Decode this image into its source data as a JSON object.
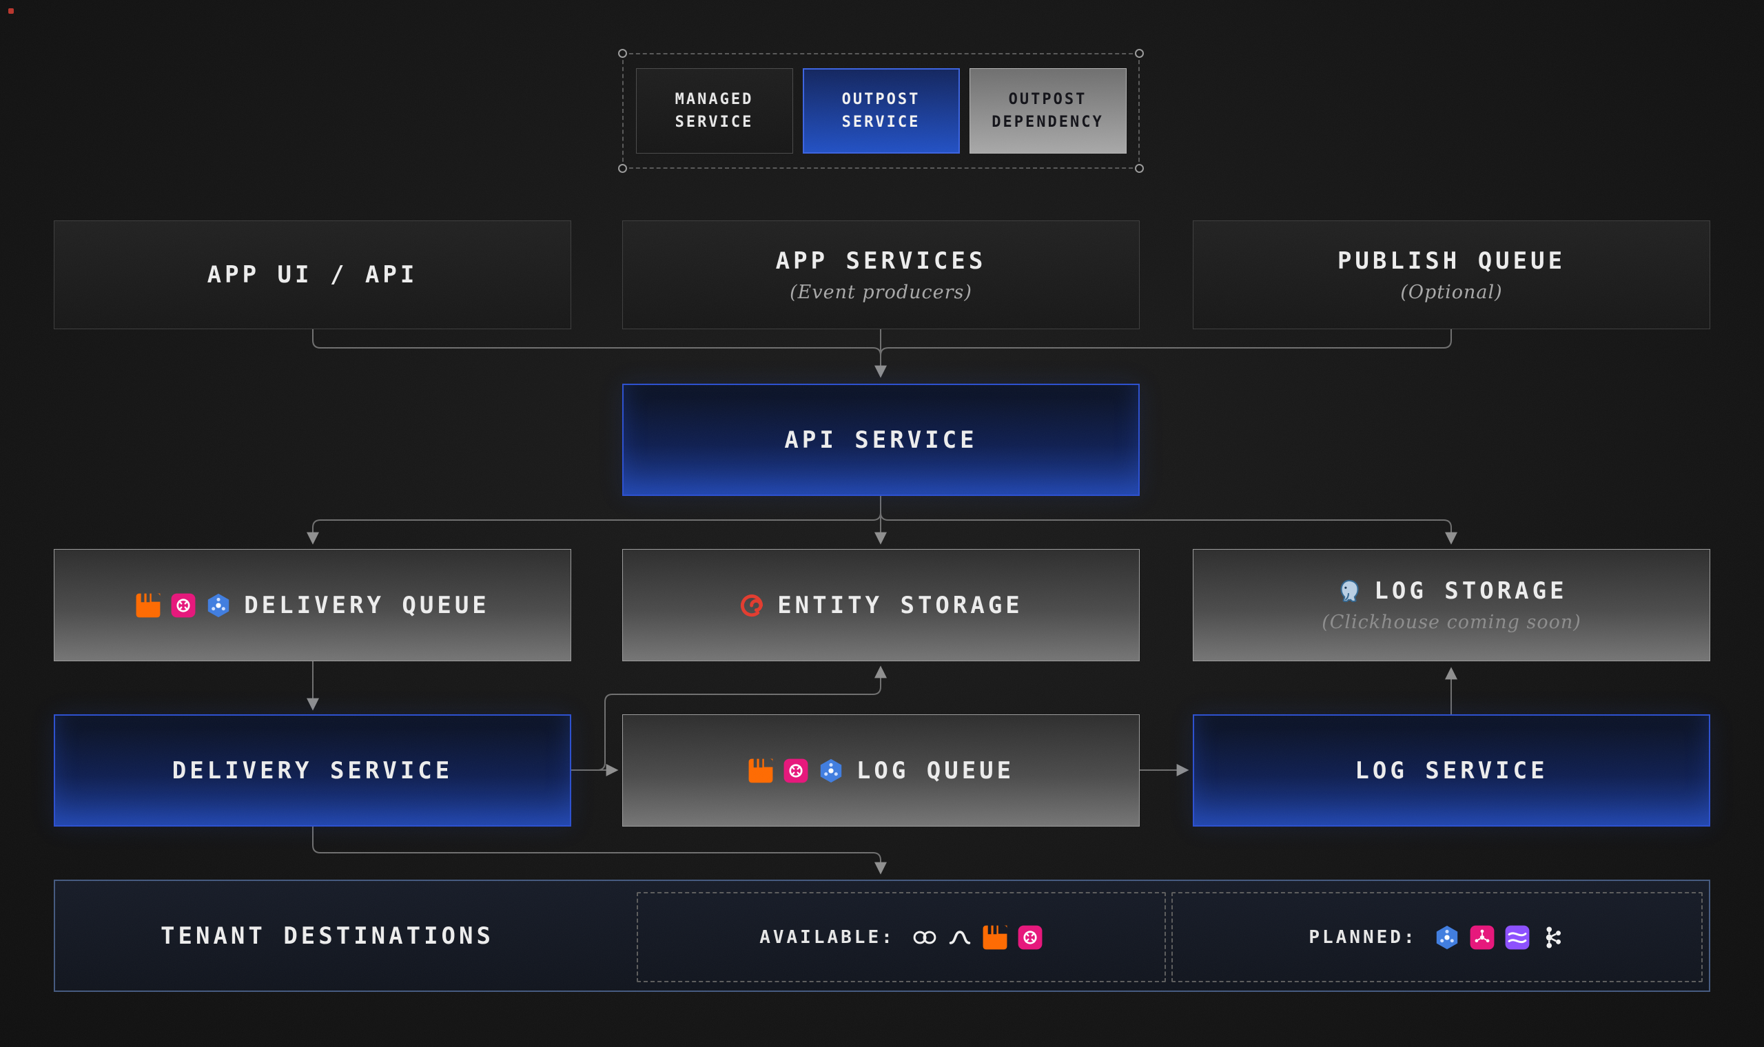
{
  "legend": {
    "items": [
      {
        "line1": "MANAGED",
        "line2": "SERVICE",
        "type": "managed-service"
      },
      {
        "line1": "OUTPOST",
        "line2": "SERVICE",
        "type": "outpost-service"
      },
      {
        "line1": "OUTPOST",
        "line2": "DEPENDENCY",
        "type": "outpost-dependency"
      }
    ]
  },
  "nodes": {
    "app_ui_api": {
      "label": "APP UI / API"
    },
    "app_services": {
      "label": "APP SERVICES",
      "subtitle": "(Event producers)"
    },
    "publish_queue": {
      "label": "PUBLISH QUEUE",
      "subtitle": "(Optional)"
    },
    "api_service": {
      "label": "API SERVICE"
    },
    "delivery_queue": {
      "label": "DELIVERY QUEUE",
      "icons": [
        "rabbitmq",
        "aws-sqs",
        "gcp-pubsub"
      ]
    },
    "entity_storage": {
      "label": "ENTITY STORAGE",
      "icons": [
        "redis"
      ]
    },
    "log_storage": {
      "label": "LOG STORAGE",
      "subtitle": "(Clickhouse coming soon)",
      "icons": [
        "postgresql"
      ]
    },
    "delivery_service": {
      "label": "DELIVERY SERVICE"
    },
    "log_queue": {
      "label": "LOG QUEUE",
      "icons": [
        "rabbitmq",
        "aws-sqs",
        "gcp-pubsub"
      ]
    },
    "log_service": {
      "label": "LOG SERVICE"
    },
    "tenant_destinations": {
      "label": "TENANT DESTINATIONS",
      "available_label": "AVAILABLE:",
      "available_icons": [
        "webhook",
        "hookdeck",
        "rabbitmq",
        "aws-sqs"
      ],
      "planned_label": "PLANNED:",
      "planned_icons": [
        "gcp-pubsub",
        "aws-eventbridge",
        "aws-kinesis",
        "kafka"
      ]
    }
  },
  "colors": {
    "background": "#151515",
    "outpost_service_blue": "#1d3f9e",
    "outpost_service_border": "#2b4fd0",
    "dependency_gray": "#757575",
    "tenant_border": "#44597f",
    "connector_gray": "#6f6f6f",
    "rabbitmq_orange": "#ff6a00",
    "aws_pink": "#e7157b",
    "gcp_blue": "#3f7de0",
    "redis_red": "#e33b2e",
    "postgresql_blue": "#336791",
    "kinesis_purple": "#8c4fff"
  }
}
